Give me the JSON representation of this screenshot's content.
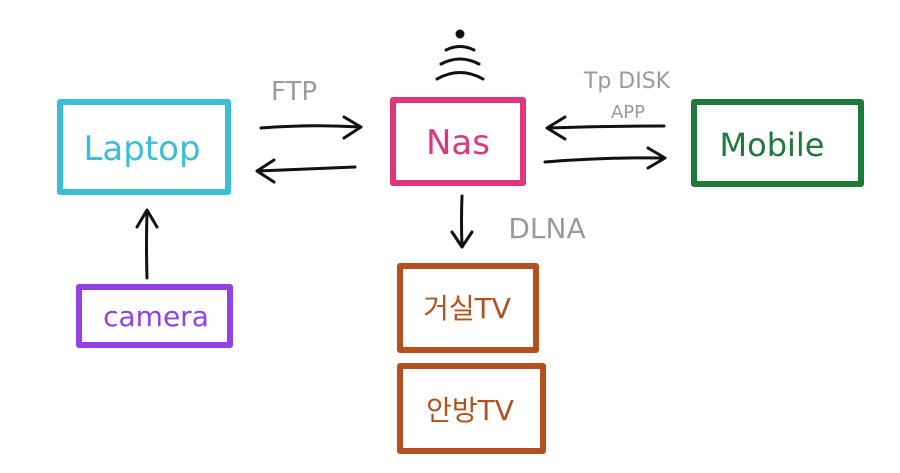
{
  "colors": {
    "laptop": "#3bbfd6",
    "nas": "#e0347c",
    "mobile": "#1e7a3a",
    "camera": "#9141e6",
    "tv": "#b4501e",
    "arrow": "#111111",
    "edge_label": "#9a9a9a"
  },
  "nodes": {
    "laptop": "Laptop",
    "nas": "Nas",
    "mobile": "Mobile",
    "camera": "camera",
    "tv_living": "거실TV",
    "tv_room": "안방TV"
  },
  "edge_labels": {
    "ftp": "FTP",
    "tpdisk_line1": "Tp DISK",
    "tpdisk_line2": "APP",
    "dlna": "DLNA"
  },
  "icons": {
    "nas_signal": "wifi-signal-icon"
  }
}
